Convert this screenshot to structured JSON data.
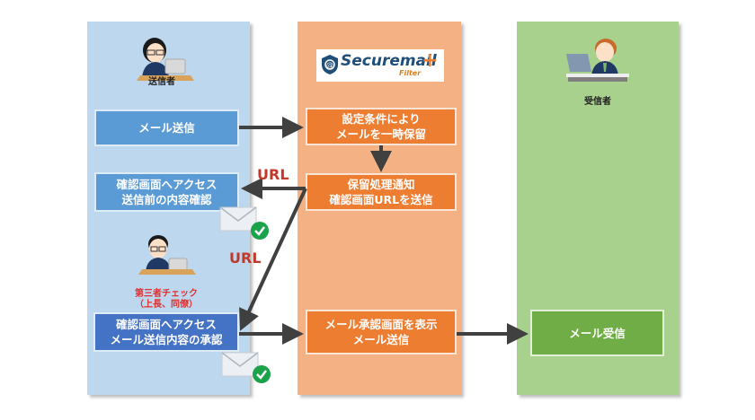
{
  "diagram": {
    "columns": [
      {
        "id": "sender",
        "actor_label": "送信者",
        "color": "#bdd7ee"
      },
      {
        "id": "filter",
        "logo": {
          "name": "Securemail",
          "plus": "+",
          "sub": "Filter"
        },
        "color": "#f4b183"
      },
      {
        "id": "receiver",
        "actor_label": "受信者",
        "color": "#a9d18e"
      }
    ],
    "sender": {
      "send_mail": "メール送信",
      "confirm_access": "確認画面へアクセス\n送信前の内容確認",
      "third_party_label": "第三者チェック\n（上長、同僚）",
      "approve_access": "確認画面へアクセス\nメール送信内容の承認"
    },
    "filter": {
      "hold": "設定条件により\nメールを一時保留",
      "notify": "保留処理通知\n確認画面URLを送信",
      "approve_send": "メール承認画面を表示\nメール送信"
    },
    "receiver": {
      "receive": "メール受信"
    },
    "edge_labels": {
      "url_1": "URL",
      "url_2": "URL"
    },
    "icons": [
      "envelope-icon",
      "check-circle-icon",
      "person-icon"
    ],
    "colors": {
      "arrow": "#404040",
      "check": "#1aa34a",
      "url_text": "#c0392b"
    }
  }
}
